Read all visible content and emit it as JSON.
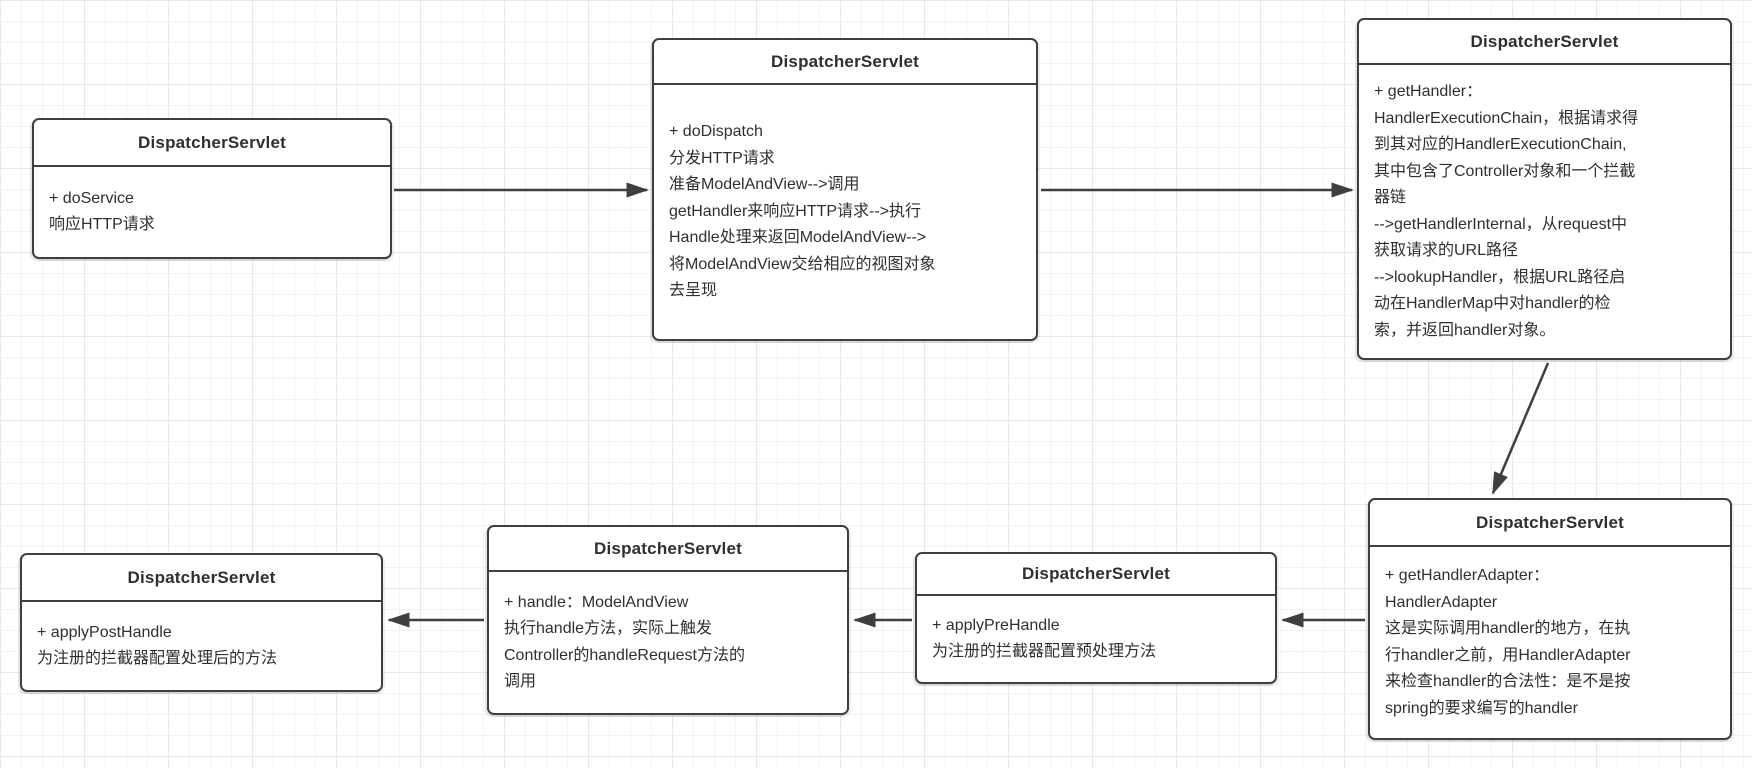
{
  "canvas": {
    "background_color": "#ffffff",
    "grid_minor_color": "#f3f3f5",
    "grid_major_color": "#e8e8eb",
    "stroke_color": "#3f3f3f",
    "text_color": "#2f2f2f"
  },
  "diagram": {
    "type": "uml-flow-diagram",
    "nodes": [
      {
        "id": "doService",
        "title": "DispatcherServlet",
        "body": "+ doService\n响应HTTP请求"
      },
      {
        "id": "doDispatch",
        "title": "DispatcherServlet",
        "body": "+ doDispatch\n分发HTTP请求\n准备ModelAndView-->调用\ngetHandler来响应HTTP请求-->执行\nHandle处理来返回ModelAndView-->\n将ModelAndView交给相应的视图对象\n去呈现"
      },
      {
        "id": "getHandler",
        "title": "DispatcherServlet",
        "body": "+ getHandler：\nHandlerExecutionChain，根据请求得\n到其对应的HandlerExecutionChain,\n其中包含了Controller对象和一个拦截\n器链\n-->getHandlerInternal，从request中\n获取请求的URL路径\n-->lookupHandler，根据URL路径启\n动在HandlerMap中对handler的检\n索，并返回handler对象。"
      },
      {
        "id": "getHandlerAdapter",
        "title": "DispatcherServlet",
        "body": "+ getHandlerAdapter：\nHandlerAdapter\n这是实际调用handler的地方，在执\n行handler之前，用HandlerAdapter\n来检查handler的合法性：是不是按\nspring的要求编写的handler"
      },
      {
        "id": "applyPreHandle",
        "title": "DispatcherServlet",
        "body": "+ applyPreHandle\n为注册的拦截器配置预处理方法"
      },
      {
        "id": "handle",
        "title": "DispatcherServlet",
        "body": "+ handle：ModelAndView\n执行handle方法，实际上触发\nController的handleRequest方法的\n调用"
      },
      {
        "id": "applyPostHandle",
        "title": "DispatcherServlet",
        "body": "+ applyPostHandle\n为注册的拦截器配置处理后的方法"
      }
    ],
    "edges": [
      {
        "from": "doService",
        "to": "doDispatch",
        "direction": "right"
      },
      {
        "from": "doDispatch",
        "to": "getHandler",
        "direction": "right"
      },
      {
        "from": "getHandler",
        "to": "getHandlerAdapter",
        "direction": "down"
      },
      {
        "from": "getHandlerAdapter",
        "to": "applyPreHandle",
        "direction": "left"
      },
      {
        "from": "applyPreHandle",
        "to": "handle",
        "direction": "left"
      },
      {
        "from": "handle",
        "to": "applyPostHandle",
        "direction": "left"
      }
    ]
  }
}
